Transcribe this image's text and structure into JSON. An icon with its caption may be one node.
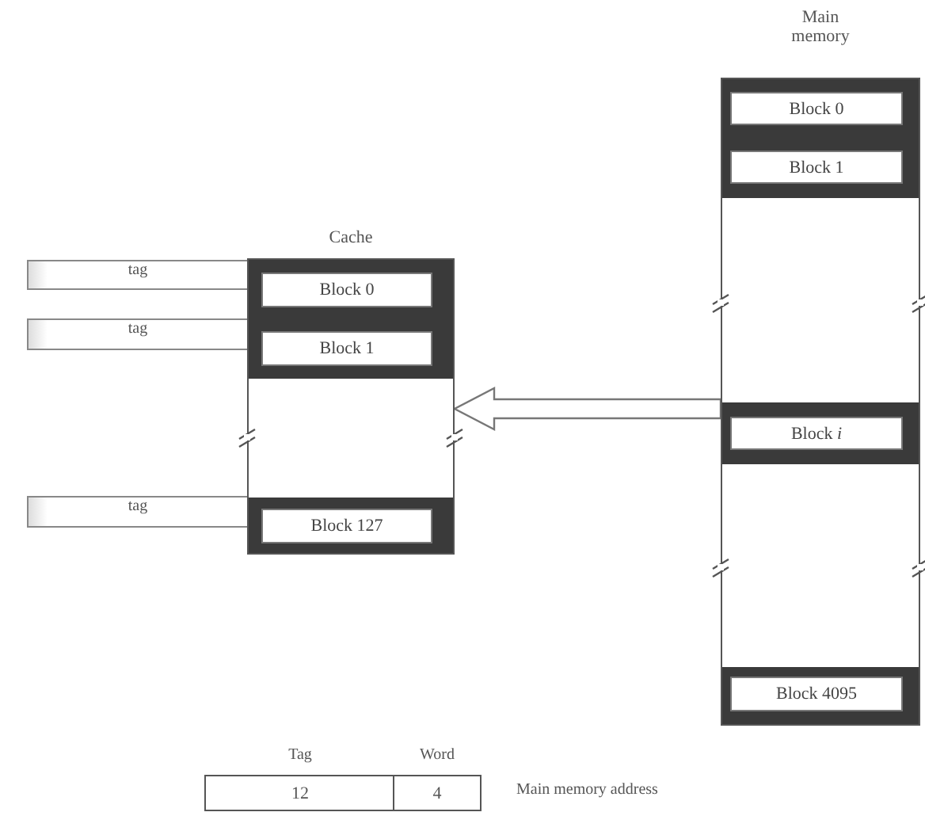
{
  "diagram": {
    "nodes": [
      {
        "text": [
          "Cache"
        ]
      },
      {
        "text": [
          "Block 0"
        ],
        "in": 0
      },
      {
        "text": [
          "Block 1"
        ],
        "in": 0
      },
      {
        "text": [
          "Block 127"
        ],
        "in": 0
      },
      {
        "text": [
          "tag"
        ]
      },
      {
        "text": [
          "tag"
        ]
      },
      {
        "text": [
          "tag"
        ]
      },
      {
        "text": [
          "Main memory"
        ]
      },
      {
        "text": [
          "Block 0"
        ],
        "in": 7
      },
      {
        "text": [
          "Block 1"
        ],
        "in": 7
      },
      {
        "text": [
          "Block *i*"
        ],
        "in": 7
      },
      {
        "text": [
          "Block 4095"
        ],
        "in": 7
      },
      {
        "text": [
          "12"
        ],
        "beside": [
          "Tag"
        ]
      },
      {
        "text": [
          "4"
        ],
        "beside": [
          "Word"
        ]
      }
    ],
    "edges": [
      {
        "from": 7,
        "to": 0,
        "arrow": "to"
      }
    ],
    "labels": [
      "Main memory address"
    ]
  }
}
